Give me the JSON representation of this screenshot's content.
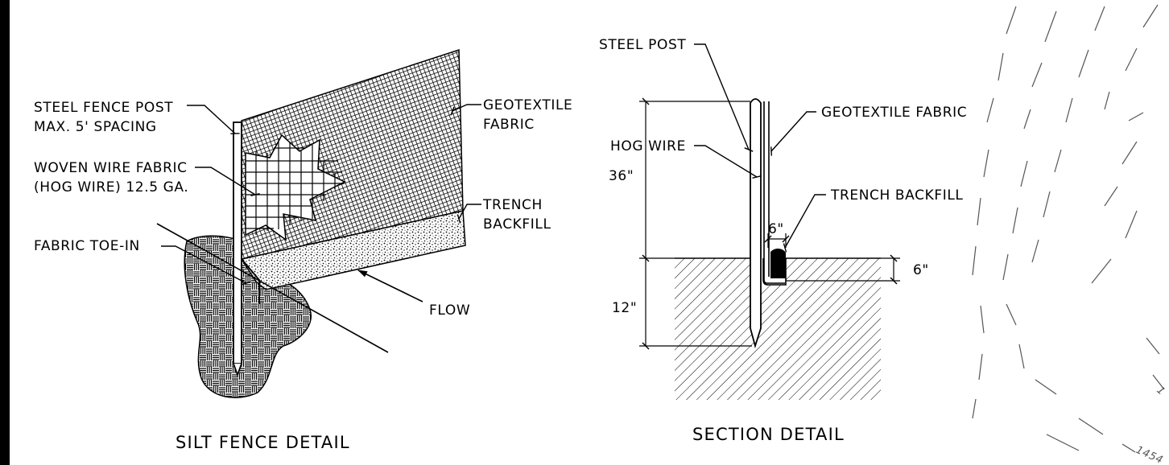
{
  "silt_fence": {
    "title": "SILT FENCE DETAIL",
    "labels": {
      "post_line1": "STEEL FENCE POST",
      "post_line2": "MAX. 5' SPACING",
      "wire_line1": "WOVEN WIRE FABRIC",
      "wire_line2": "(HOG WIRE) 12.5 GA.",
      "toe_in": "FABRIC TOE-IN",
      "geo_line1": "GEOTEXTILE",
      "geo_line2": "FABRIC",
      "trench_line1": "TRENCH",
      "trench_line2": "BACKFILL",
      "flow": "FLOW"
    }
  },
  "section": {
    "title": "SECTION DETAIL",
    "labels": {
      "steel_post": "STEEL POST",
      "geotextile": "GEOTEXTILE FABRIC",
      "hog_wire": "HOG WIRE",
      "trench_backfill": "TRENCH BACKFILL"
    },
    "dimensions": {
      "above": "36\"",
      "below": "12\"",
      "trench_width": "6\"",
      "trench_depth": "6\""
    }
  },
  "contour": {
    "label": "1454",
    "label_partial": "1"
  },
  "colors": {
    "ink": "#000000",
    "contour": "#555555",
    "background": "#ffffff"
  }
}
